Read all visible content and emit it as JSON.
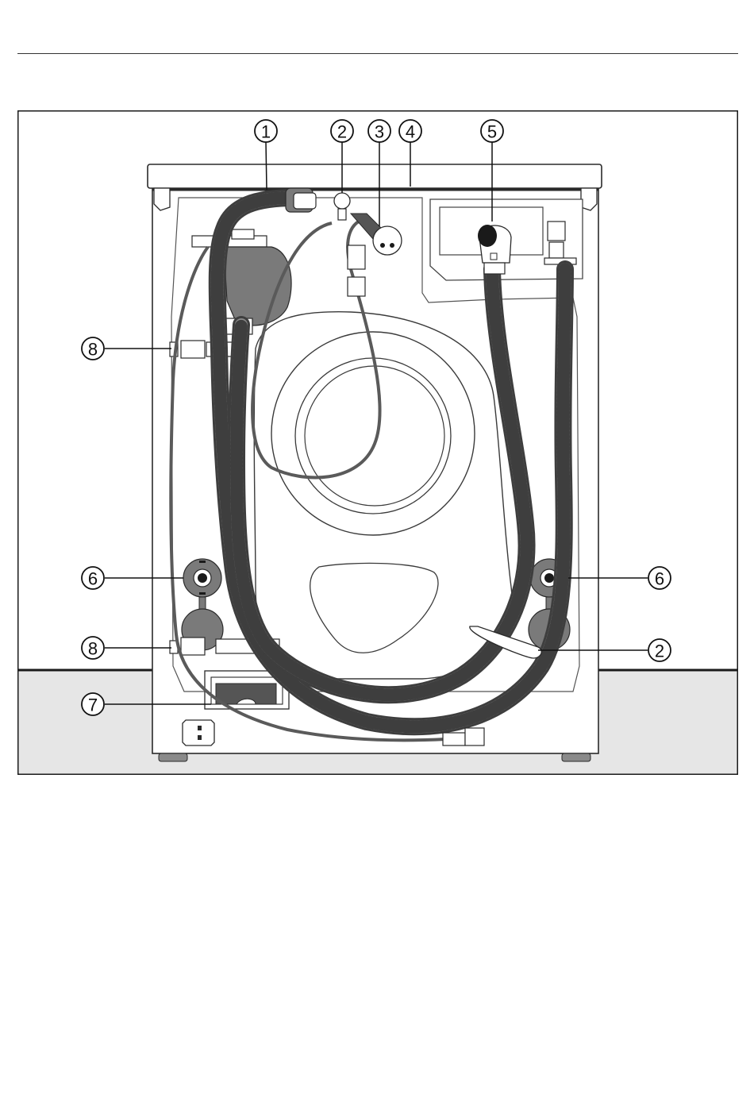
{
  "callouts": [
    {
      "id": "c1a",
      "label": "1"
    },
    {
      "id": "c2a",
      "label": "2"
    },
    {
      "id": "c3",
      "label": "3"
    },
    {
      "id": "c4",
      "label": "4"
    },
    {
      "id": "c5",
      "label": "5"
    },
    {
      "id": "c8a",
      "label": "8"
    },
    {
      "id": "c6a",
      "label": "6"
    },
    {
      "id": "c6b",
      "label": "6"
    },
    {
      "id": "c8b",
      "label": "8"
    },
    {
      "id": "c2b",
      "label": "2"
    },
    {
      "id": "c7",
      "label": "7"
    }
  ],
  "colors": {
    "hose": "#6f6f6f",
    "hose_ribs": "#3e3e3e",
    "machine_line": "#2a2a2a",
    "floor": "#e6e6e6",
    "foot_cap": "#8a8a8a"
  }
}
